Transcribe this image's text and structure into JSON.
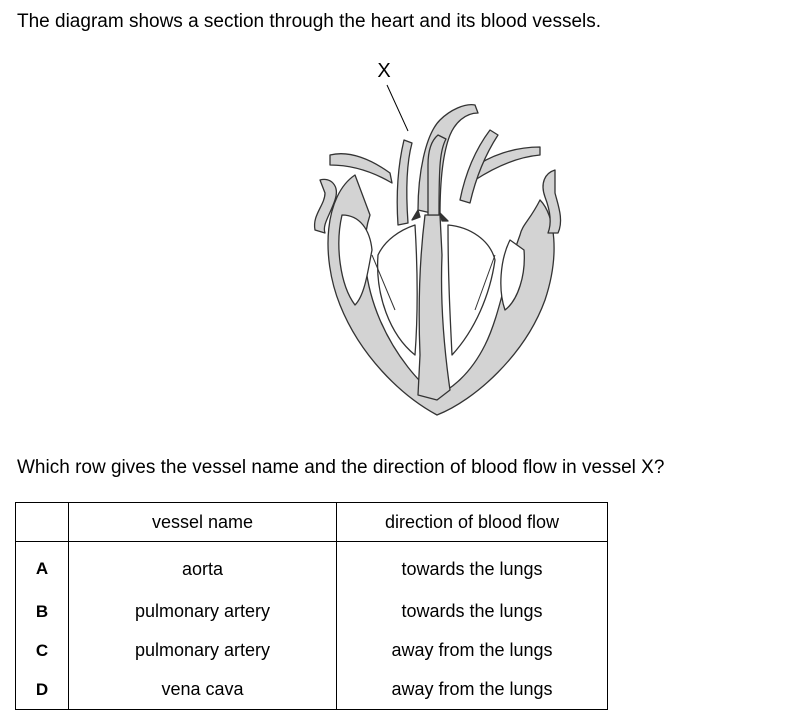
{
  "intro": "The diagram shows a section through the heart and its blood vessels.",
  "diagram": {
    "label_x": "X"
  },
  "question": "Which row gives the vessel name and the direction of blood flow in vessel X?",
  "table": {
    "headers": [
      "",
      "vessel name",
      "direction of blood flow"
    ],
    "rows": [
      {
        "letter": "A",
        "vessel": "aorta",
        "direction": "towards the lungs"
      },
      {
        "letter": "B",
        "vessel": "pulmonary artery",
        "direction": "towards the lungs"
      },
      {
        "letter": "C",
        "vessel": "pulmonary artery",
        "direction": "away from the lungs"
      },
      {
        "letter": "D",
        "vessel": "vena cava",
        "direction": "away from the lungs"
      }
    ]
  }
}
